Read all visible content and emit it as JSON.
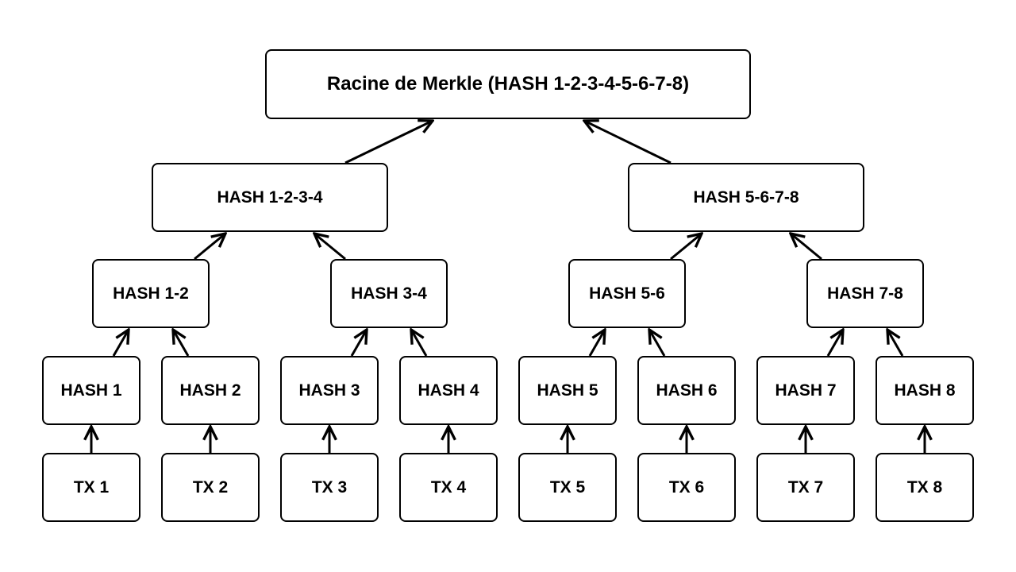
{
  "root": {
    "label": "Racine de Merkle (HASH 1-2-3-4-5-6-7-8)"
  },
  "level2": [
    {
      "label": "HASH 1-2-3-4"
    },
    {
      "label": "HASH 5-6-7-8"
    }
  ],
  "level3": [
    {
      "label": "HASH 1-2"
    },
    {
      "label": "HASH 3-4"
    },
    {
      "label": "HASH 5-6"
    },
    {
      "label": "HASH 7-8"
    }
  ],
  "hashes": [
    {
      "label": "HASH 1"
    },
    {
      "label": "HASH 2"
    },
    {
      "label": "HASH 3"
    },
    {
      "label": "HASH 4"
    },
    {
      "label": "HASH 5"
    },
    {
      "label": "HASH 6"
    },
    {
      "label": "HASH 7"
    },
    {
      "label": "HASH 8"
    }
  ],
  "transactions": [
    {
      "label": "TX 1"
    },
    {
      "label": "TX 2"
    },
    {
      "label": "TX 3"
    },
    {
      "label": "TX 4"
    },
    {
      "label": "TX 5"
    },
    {
      "label": "TX 6"
    },
    {
      "label": "TX 7"
    },
    {
      "label": "TX 8"
    }
  ],
  "colors": {
    "stroke": "#000000",
    "fill": "#ffffff",
    "text": "#000000"
  }
}
